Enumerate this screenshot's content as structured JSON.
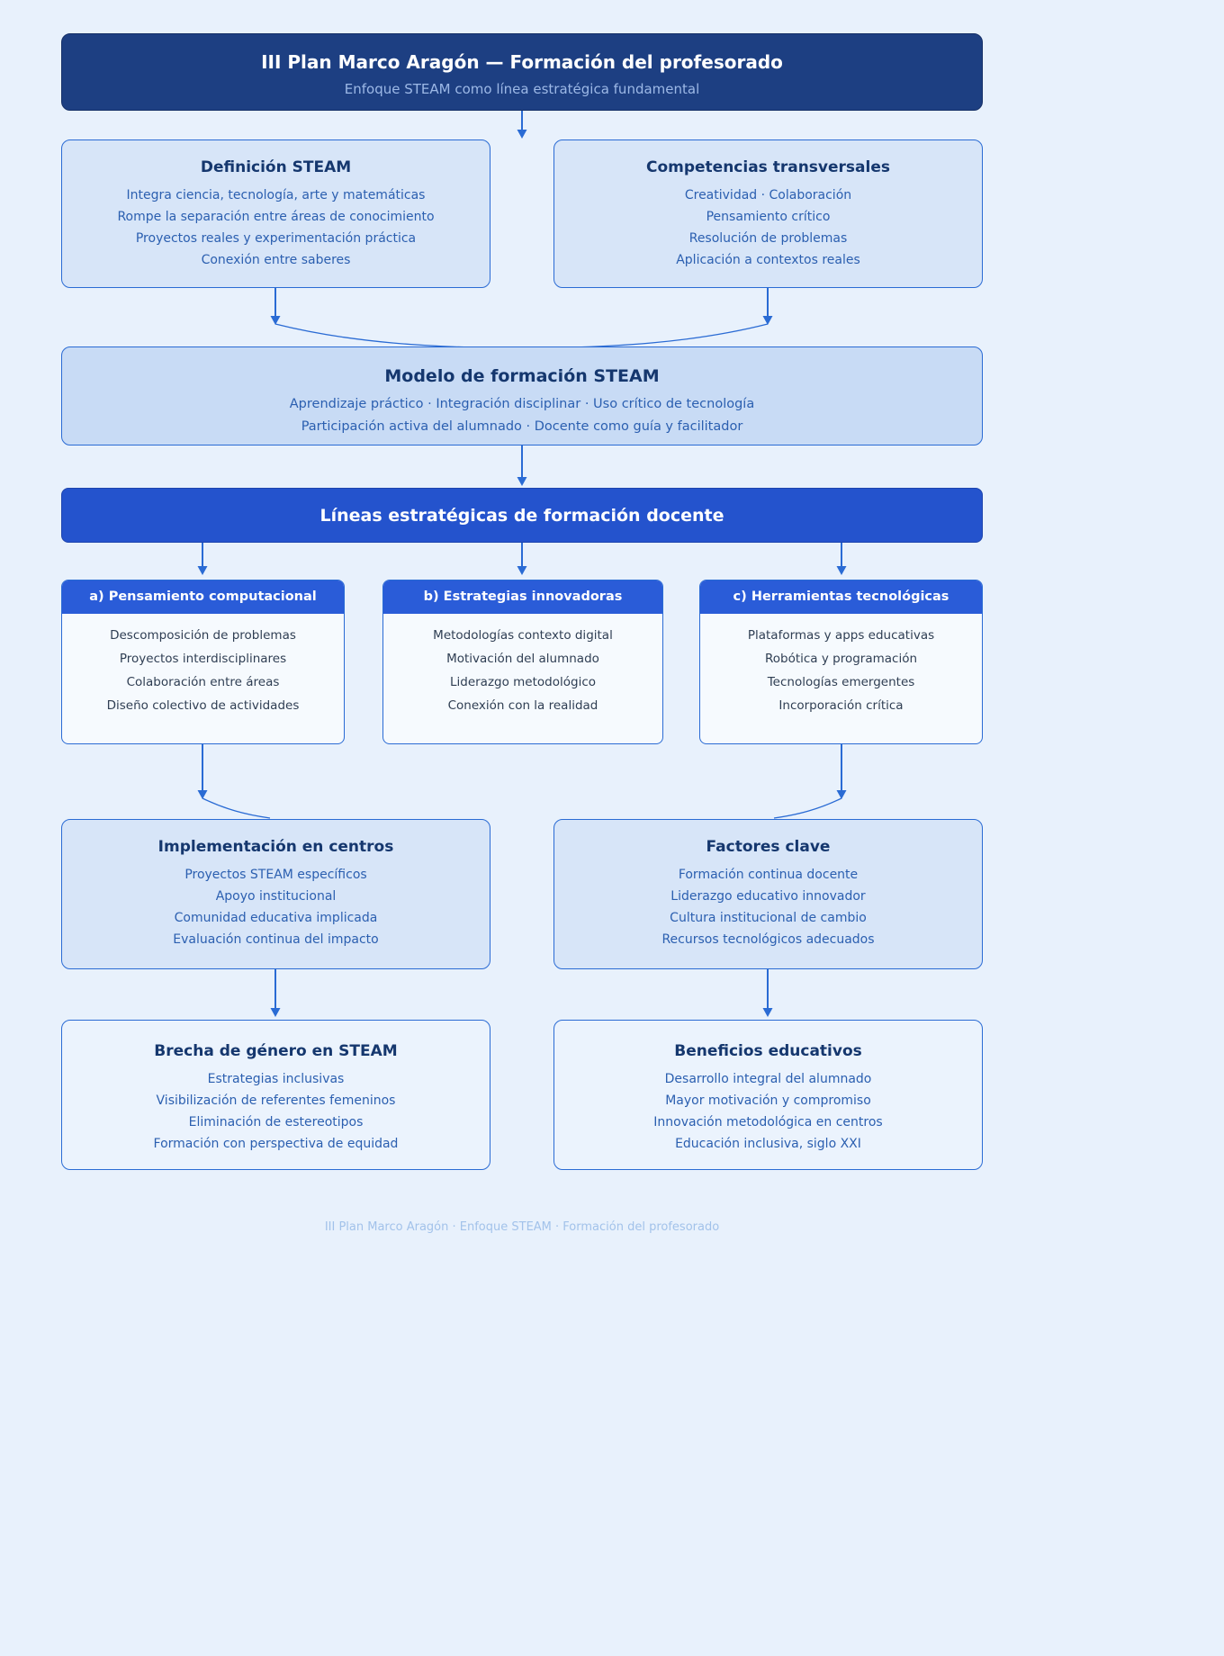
{
  "header": {
    "title": "III Plan Marco Aragón — Formación del profesorado",
    "subtitle": "Enfoque STEAM como línea estratégica fundamental"
  },
  "definicion": {
    "title": "Definición STEAM",
    "lines": [
      "Integra ciencia, tecnología, arte y matemáticas",
      "Rompe la separación entre áreas de conocimiento",
      "Proyectos reales y experimentación práctica",
      "Conexión entre saberes"
    ]
  },
  "competencias": {
    "title": "Competencias transversales",
    "lines": [
      "Creatividad · Colaboración",
      "Pensamiento crítico",
      "Resolución de problemas",
      "Aplicación a contextos reales"
    ]
  },
  "modelo": {
    "title": "Modelo de formación STEAM",
    "lines": [
      "Aprendizaje práctico · Integración disciplinar · Uso crítico de tecnología",
      "Participación activa del alumnado · Docente como guía y facilitador"
    ]
  },
  "lineas": {
    "title": "Líneas estratégicas de formación docente"
  },
  "col_a": {
    "title": "a) Pensamiento computacional",
    "lines": [
      "Descomposición de problemas",
      "Proyectos interdisciplinares",
      "Colaboración entre áreas",
      "Diseño colectivo de actividades"
    ]
  },
  "col_b": {
    "title": "b) Estrategias innovadoras",
    "lines": [
      "Metodologías contexto digital",
      "Motivación del alumnado",
      "Liderazgo metodológico",
      "Conexión con la realidad"
    ]
  },
  "col_c": {
    "title": "c) Herramientas tecnológicas",
    "lines": [
      "Plataformas y apps educativas",
      "Robótica y programación",
      "Tecnologías emergentes",
      "Incorporación crítica"
    ]
  },
  "implementacion": {
    "title": "Implementación en centros",
    "lines": [
      "Proyectos STEAM específicos",
      "Apoyo institucional",
      "Comunidad educativa implicada",
      "Evaluación continua del impacto"
    ]
  },
  "factores": {
    "title": "Factores clave",
    "lines": [
      "Formación continua docente",
      "Liderazgo educativo innovador",
      "Cultura institucional de cambio",
      "Recursos tecnológicos adecuados"
    ]
  },
  "brecha": {
    "title": "Brecha de género en STEAM",
    "lines": [
      "Estrategias inclusivas",
      "Visibilización de referentes femeninos",
      "Eliminación de estereotipos",
      "Formación con perspectiva de equidad"
    ]
  },
  "beneficios": {
    "title": "Beneficios educativos",
    "lines": [
      "Desarrollo integral del alumnado",
      "Mayor motivación y compromiso",
      "Innovación metodológica en centros",
      "Educación inclusiva, siglo XXI"
    ]
  },
  "footer": {
    "text": "III Plan Marco Aragón · Enfoque STEAM · Formación del profesorado"
  },
  "colors": {
    "accent": "#2a6bd4",
    "header_bg": "#1d3f82",
    "strategy_bg": "#2453cd",
    "column_header_bg": "#2a5cd8",
    "light_box_bg": "#d7e5f8",
    "model_box_bg": "#c8dbf5",
    "page_bg": "#e8f1fc"
  }
}
